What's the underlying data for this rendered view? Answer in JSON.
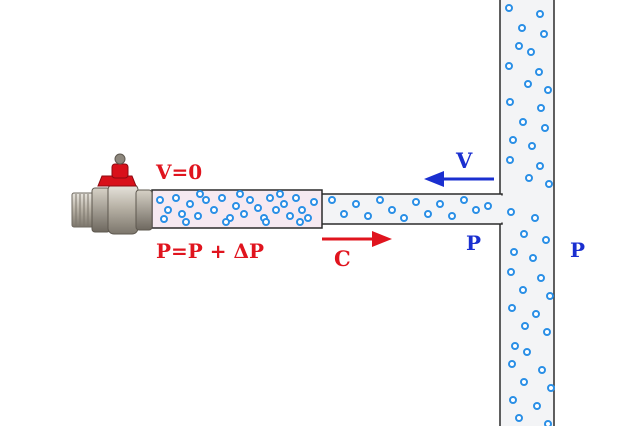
{
  "labels": {
    "velocity_zero": "V=0",
    "pressure_increase": "P=P + ΔP",
    "wave_speed": "C",
    "flow_velocity": "V",
    "pressure_branch": "P",
    "pressure_main": "P"
  },
  "colors": {
    "red": "#e0141e",
    "blue": "#1a2fd0",
    "pipe_fill": "#f3f4f6",
    "pipe_stroke": "#2b2b2b",
    "compressed_fill": "#f6e9f1",
    "bubble": "#2a8fe6",
    "valve_metal": "#b8b2a6",
    "valve_handle": "#d8101a"
  },
  "icons": {
    "valve": "ball-valve-icon",
    "arrow_c": "arrow-right-icon",
    "arrow_v": "arrow-left-icon"
  }
}
